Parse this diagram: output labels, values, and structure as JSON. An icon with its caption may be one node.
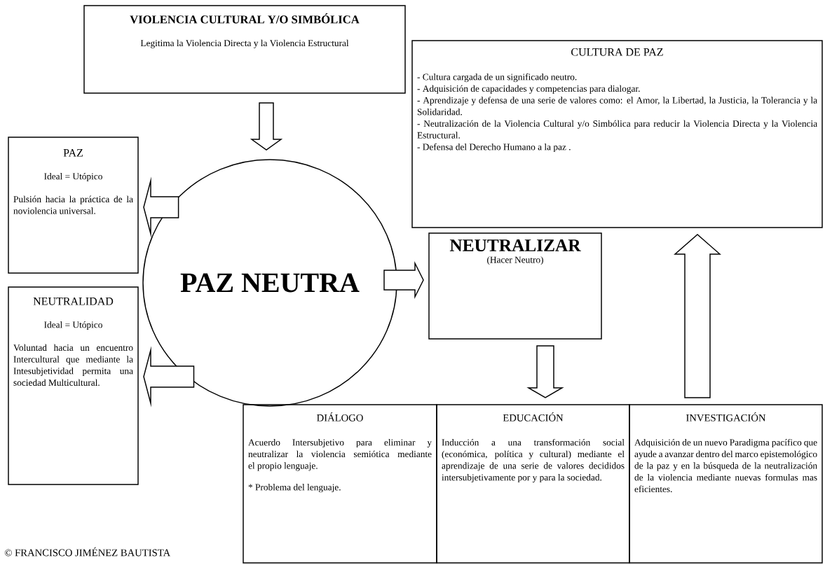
{
  "diagram": {
    "nodes": [
      {
        "text": [
          "VIOLENCIA CULTURAL Y/O SIMBÓLICA",
          "Legitima la Violencia Directa y la Violencia Estructural"
        ]
      },
      {
        "text": [
          "CULTURA DE PAZ",
          "- Cultura cargada de un significado neutro.",
          "- Adquisición de capacidades y competencias para dialogar.",
          "- Aprendizaje y defensa de una serie de valores como: el Amor, la Libertad, la Justicia, la Tolerancia y la Solidaridad.",
          "- Neutralización de la Violencia Cultural y/o Simbólica para reducir la Violencia Directa y la Violencia Estructural.",
          "- Defensa del Derecho Humano a la paz ."
        ]
      },
      {
        "text": [
          "PAZ",
          "Ideal = Utópico",
          "Pulsión hacia la práctica de la noviolencia universal."
        ]
      },
      {
        "text": [
          "PAZ NEUTRA"
        ]
      },
      {
        "text": [
          "NEUTRALIDAD",
          "Ideal = Utópico",
          "Voluntad hacia un encuentro Intercultural que mediante la Intesubjetividad permita una sociedad Multicultural."
        ]
      },
      {
        "text": [
          "NEUTRALIZAR",
          "(Hacer Neutro)"
        ]
      },
      {
        "text": [
          "DIÁLOGO",
          "Acuerdo Intersubjetivo para eliminar y neutralizar la violencia semiótica mediante el propio lenguaje.",
          "* Problema del lenguaje."
        ]
      },
      {
        "text": [
          "EDUCACIÓN",
          "Inducción a una transformación social (económica, política y cultural) mediante el aprendizaje de una serie de valores decididos intersubjetivamente por y para la sociedad."
        ]
      },
      {
        "text": [
          "INVESTIGACIÓN",
          "Adquisición de un nuevo Paradigma pacífico que ayude a avanzar dentro del marco epistemológico de la paz y en la búsqueda de la neutralización de la violencia mediante nuevas formulas mas eficientes."
        ]
      }
    ],
    "edges": [
      {
        "from": 0,
        "to": 3,
        "arrow": "to"
      },
      {
        "from": 3,
        "to": 2,
        "arrow": "to"
      },
      {
        "from": 3,
        "to": 4,
        "arrow": "to"
      },
      {
        "from": 3,
        "to": 5,
        "arrow": "to"
      },
      {
        "from": 5,
        "to": 7,
        "arrow": "to"
      },
      {
        "from": 8,
        "to": 1,
        "arrow": "to"
      }
    ],
    "labels": [
      "© FRANCISCO JIMÉNEZ BAUTISTA"
    ]
  }
}
